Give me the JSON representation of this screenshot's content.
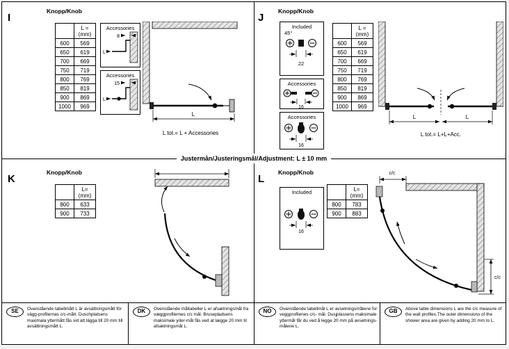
{
  "page": {
    "adjustment_note": "Justermån/Justeringsmål/Adjustment: L ± 10 mm"
  },
  "section_i": {
    "letter": "I",
    "title": "Knopp/Knob",
    "table": {
      "header": "L =\n(mm)",
      "rows": [
        [
          "600",
          "569"
        ],
        [
          "650",
          "619"
        ],
        [
          "700",
          "669"
        ],
        [
          "750",
          "719"
        ],
        [
          "800",
          "769"
        ],
        [
          "850",
          "819"
        ],
        [
          "900",
          "869"
        ],
        [
          "1000",
          "969"
        ]
      ]
    },
    "acc1": {
      "label": "Accessories",
      "dim": "8",
      "ref": "L"
    },
    "acc2": {
      "label": "Accessories",
      "dim": "15",
      "ref": "L"
    },
    "diagram": {
      "dim": "L",
      "total": "L tot.= L + Accessories"
    }
  },
  "section_j": {
    "letter": "J",
    "title": "Knopp/Knob",
    "included": {
      "label": "Included",
      "angle": "45°",
      "dim": "22"
    },
    "acc1": {
      "label": "Accessories",
      "dim": "16"
    },
    "acc2": {
      "label": "Accessories",
      "dim": "16"
    },
    "table": {
      "header": "L =\n(mm)",
      "rows": [
        [
          "600",
          "569"
        ],
        [
          "650",
          "619"
        ],
        [
          "700",
          "669"
        ],
        [
          "750",
          "719"
        ],
        [
          "800",
          "769"
        ],
        [
          "850",
          "819"
        ],
        [
          "900",
          "869"
        ],
        [
          "1000",
          "969"
        ]
      ]
    },
    "diagram": {
      "dim_left": "L",
      "dim_right": "L",
      "total": "L tot.= L+L+Acc."
    }
  },
  "section_k": {
    "letter": "K",
    "title": "Knopp/Knob",
    "table": {
      "header": "L=\n(mm)",
      "rows": [
        [
          "800",
          "633"
        ],
        [
          "900",
          "733"
        ]
      ]
    }
  },
  "section_l": {
    "letter": "L",
    "title": "Knopp/Knob",
    "included": {
      "label": "Included",
      "dim": "16"
    },
    "table": {
      "header": "L=\n(mm)",
      "rows": [
        [
          "800",
          "783"
        ],
        [
          "900",
          "883"
        ]
      ]
    },
    "diagram": {
      "dim_top": "c/c",
      "dim_right": "c/c"
    }
  },
  "footnotes": [
    {
      "badge": "SE",
      "text": "Ovanstående tabellmått L är avsättningsmått för vägg-profilernas c/c-mått. Duschplatsens maximala yttermått fås vid att lägga till 20 mm till avsättningsmått L."
    },
    {
      "badge": "DK",
      "text": "Ovenstående måltabeller L er afsætningsmål fra væggprofilernes c/c mål. Brusepladsens maksimale yder-mål fås ved at lægge 20 mm til afsætningsmål L."
    },
    {
      "badge": "NO",
      "text": "Ovanstående tabellmål L er avsetningsmålene for veggprofilenes c/c- mål. Dusjplassens maksimale yttermål får du ved å legge 20 mm på avsetnings-målene L."
    },
    {
      "badge": "GB",
      "text": "Above table dimensions L are the c/c measure of the wall profiles.The outer dimensions of the shower area are given by adding 20 mm to L."
    }
  ]
}
